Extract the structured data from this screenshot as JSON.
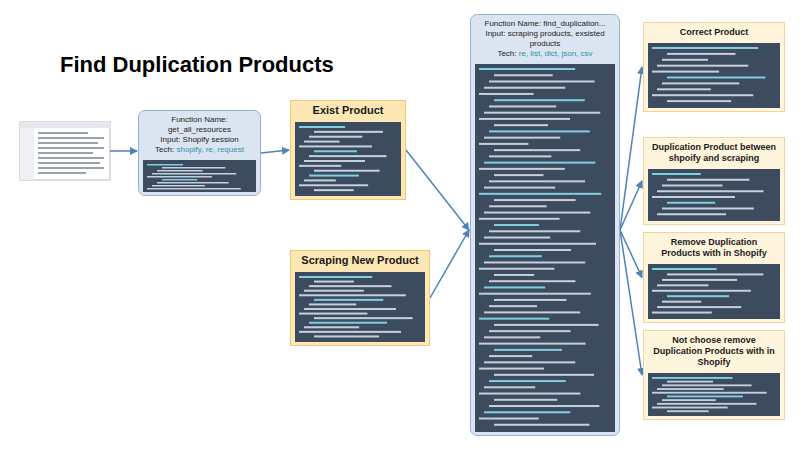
{
  "diagram": {
    "title": "Find Duplication Products",
    "nodes": [
      {
        "text": [
          "Function Name: get_all_resources",
          "Input: Shopify session",
          "Tech:",
          "shopify, re, request"
        ]
      },
      {
        "text": [
          "Exist Product"
        ]
      },
      {
        "text": [
          "Scraping New Product"
        ]
      },
      {
        "text": [
          "Function Name: find_duplication...",
          "Input: scraping products, exsisted products",
          "Tech:",
          "re, list, dict, json, csv"
        ]
      },
      {
        "text": [
          "Correct Product"
        ]
      },
      {
        "text": [
          "Duplication Product between shpoify and scraping"
        ]
      },
      {
        "text": [
          "Remove Duplication Products with in Shopify"
        ]
      },
      {
        "text": [
          "Not choose remove Duplication Products with in Shopify"
        ]
      }
    ],
    "edges": [
      {
        "from": 0,
        "to": 1,
        "arrow": "to"
      },
      {
        "from": 1,
        "to": 3,
        "arrow": "to"
      },
      {
        "from": 2,
        "to": 3,
        "arrow": "to"
      },
      {
        "from": 3,
        "to": 4,
        "arrow": "to"
      },
      {
        "from": 3,
        "to": 5,
        "arrow": "to"
      },
      {
        "from": 3,
        "to": 6,
        "arrow": "to"
      },
      {
        "from": 3,
        "to": 7,
        "arrow": "to"
      }
    ]
  }
}
